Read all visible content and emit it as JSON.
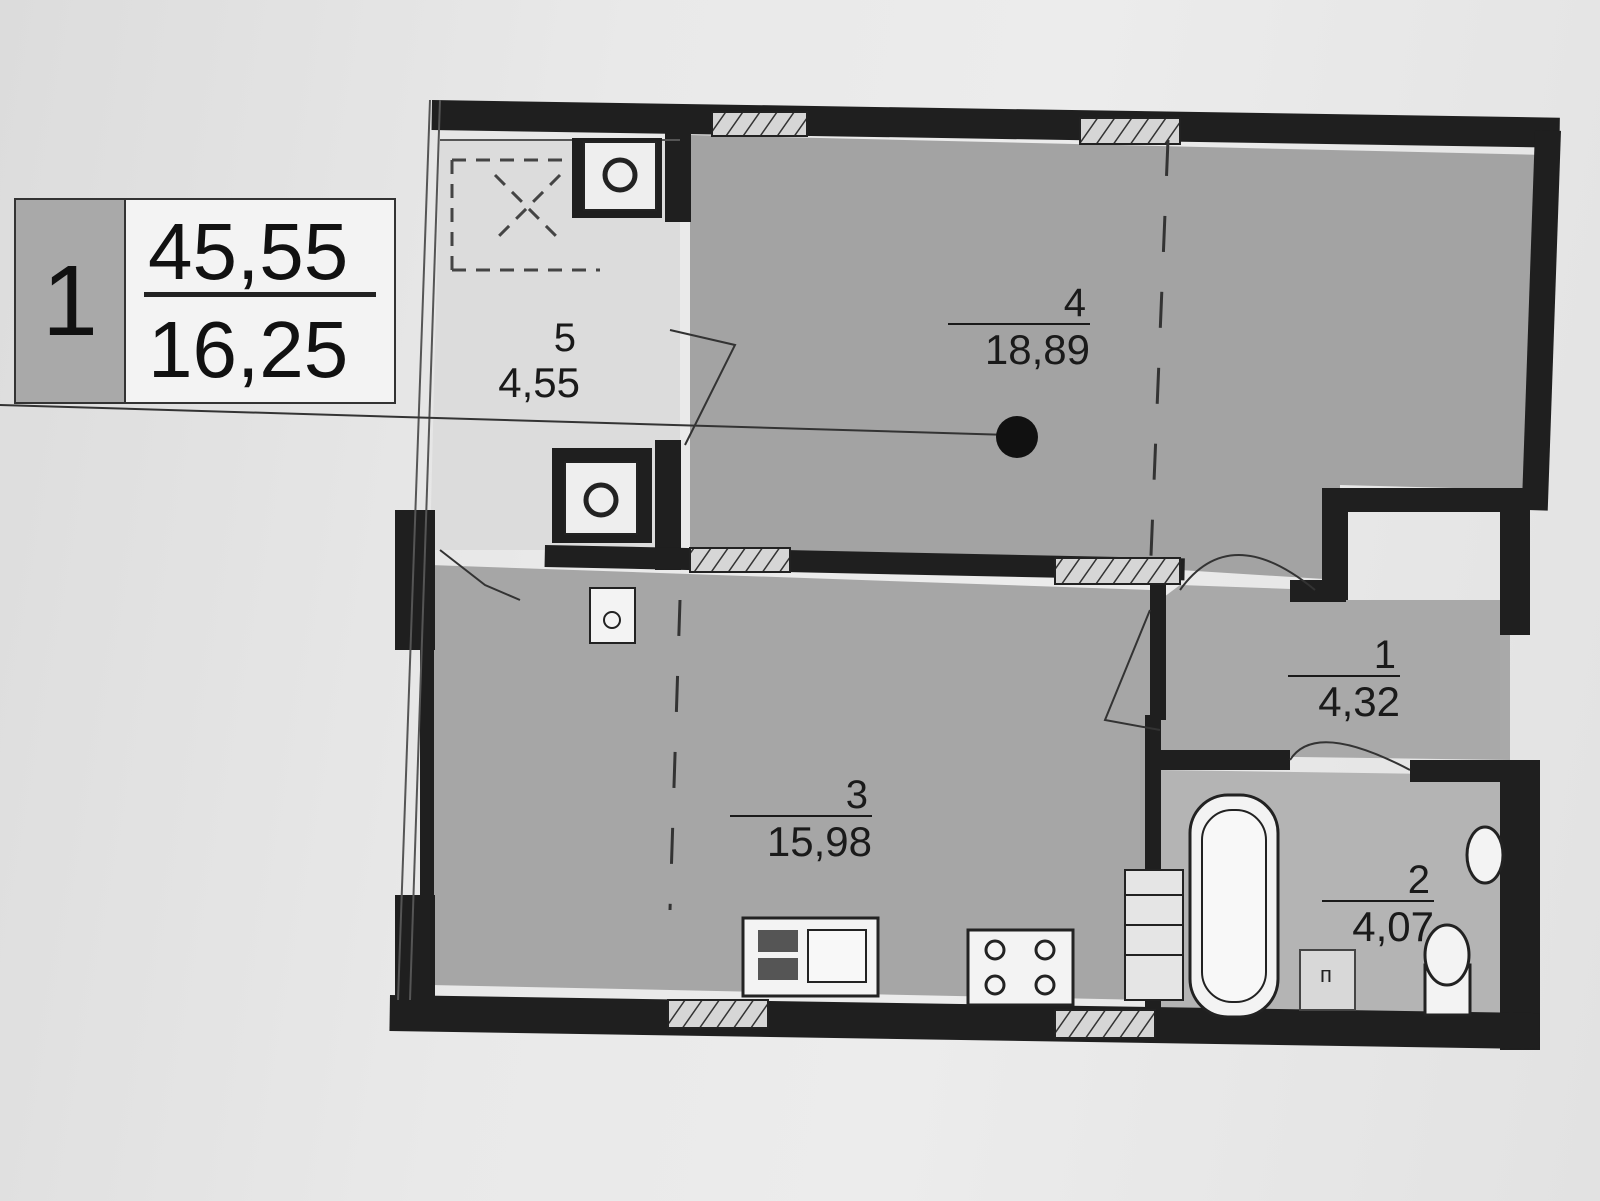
{
  "apartment": {
    "number": "1",
    "total_area": "45,55",
    "living_area": "16,25"
  },
  "rooms": [
    {
      "id": "room-1",
      "number": "1",
      "area": "4,32"
    },
    {
      "id": "room-2",
      "number": "2",
      "area": "4,07"
    },
    {
      "id": "room-3",
      "number": "3",
      "area": "15,98"
    },
    {
      "id": "room-4",
      "number": "4",
      "area": "18,89"
    },
    {
      "id": "room-5",
      "number": "5",
      "area": "4,55"
    }
  ],
  "fixture_label": "п",
  "colors": {
    "wall": "#1f1f1f",
    "floor": "#9c9c9c",
    "window": "#c9c9c9",
    "paper": "#e8e8e8"
  }
}
